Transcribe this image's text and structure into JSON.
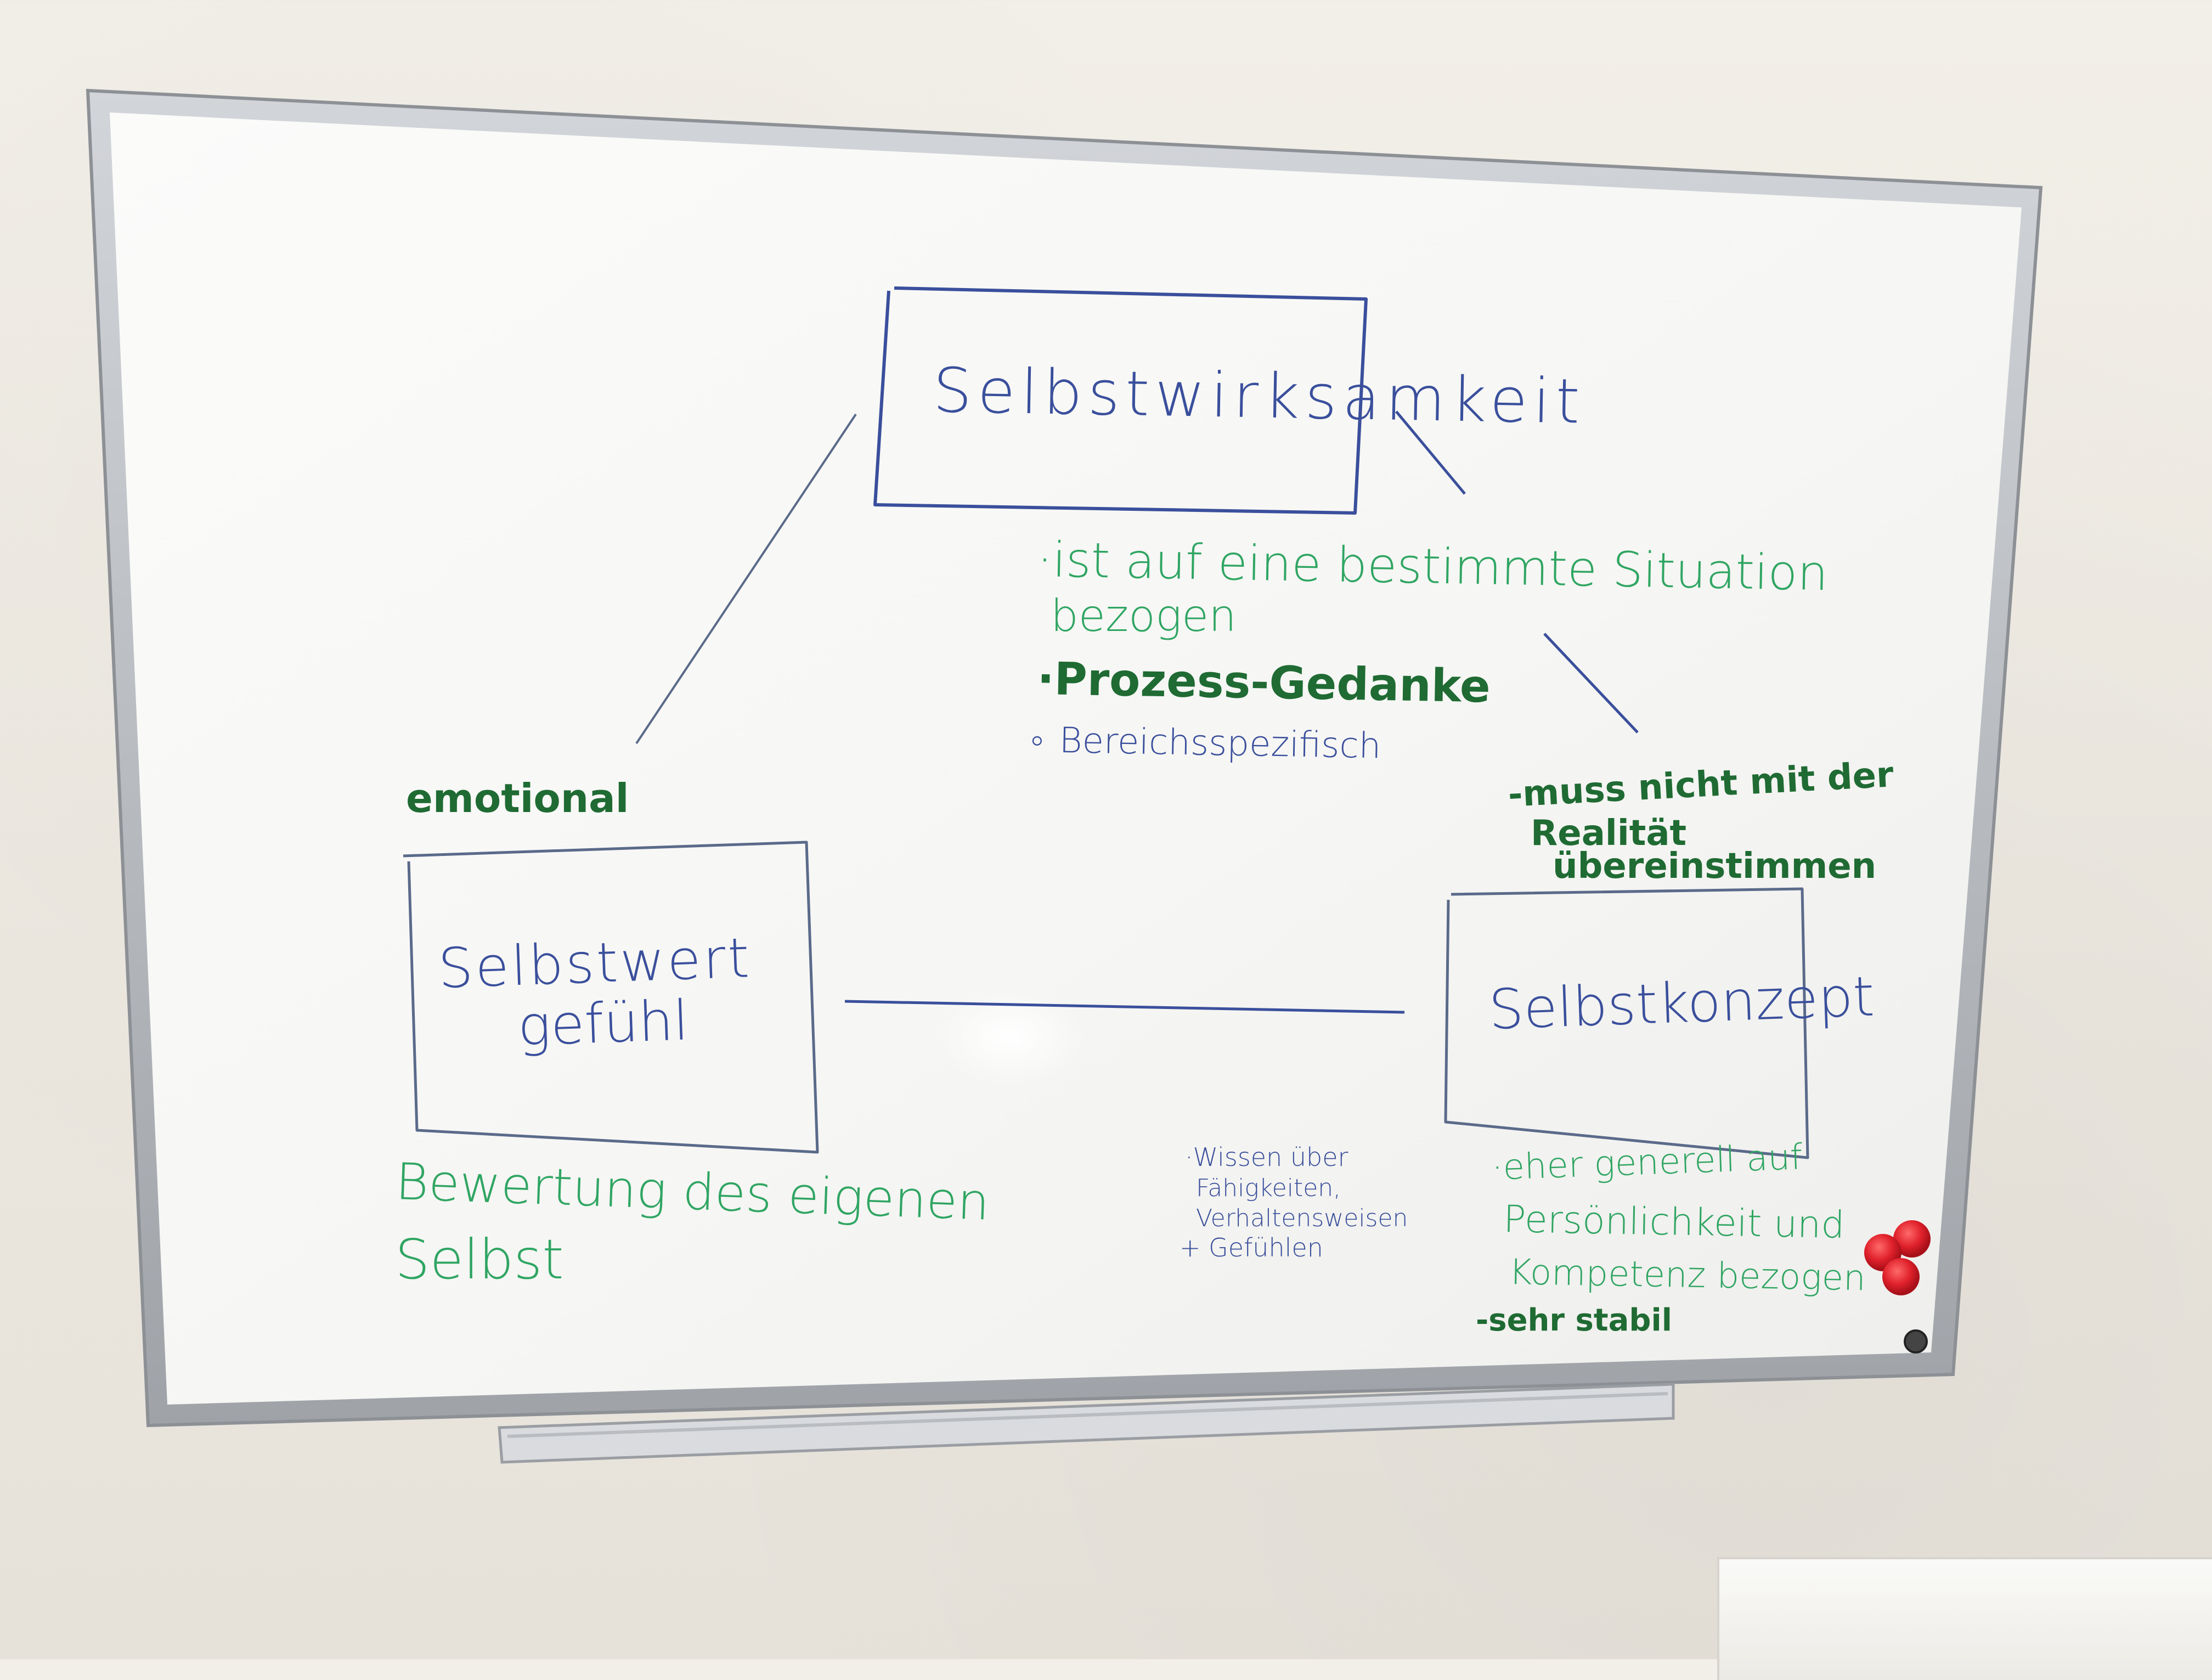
{
  "whiteboard": {
    "top_box": {
      "title": "Selbstwirksamkeit"
    },
    "left_box": {
      "title_line1": "Selbstwert",
      "title_line2": "gefühl"
    },
    "right_box": {
      "title": "Selbstkonzept"
    },
    "top_notes": {
      "line1": "·ist auf eine bestimmte Situation",
      "line2": "bezogen",
      "line3": "·Prozess-Gedanke",
      "line4": "∘ Bereichsspezifisch"
    },
    "left_label": "emotional",
    "left_notes": {
      "line1": "Bewertung des eigenen",
      "line2": "Selbst"
    },
    "right_top_notes": {
      "line1": "-muss nicht mit der",
      "line2": "Realität",
      "line3": "übereinstimmen"
    },
    "middle_notes": {
      "line1": "·Wissen über",
      "line2": "Fähigkeiten,",
      "line3": "Verhaltensweisen",
      "line4": "+ Gefühlen"
    },
    "right_bottom_notes": {
      "line1": "·eher generell auf",
      "line2": "Persönlichkeit und",
      "line3": "Kompetenz bezogen",
      "line4": "-sehr stabil"
    }
  },
  "colors": {
    "blue_marker": "#3a4f9c",
    "green_marker": "#2fa562",
    "dark_green_marker": "#1f6b33",
    "magnet_red": "#e0212b",
    "frame_silver": "#b9bcc0",
    "board_white": "#f7f7f5"
  }
}
